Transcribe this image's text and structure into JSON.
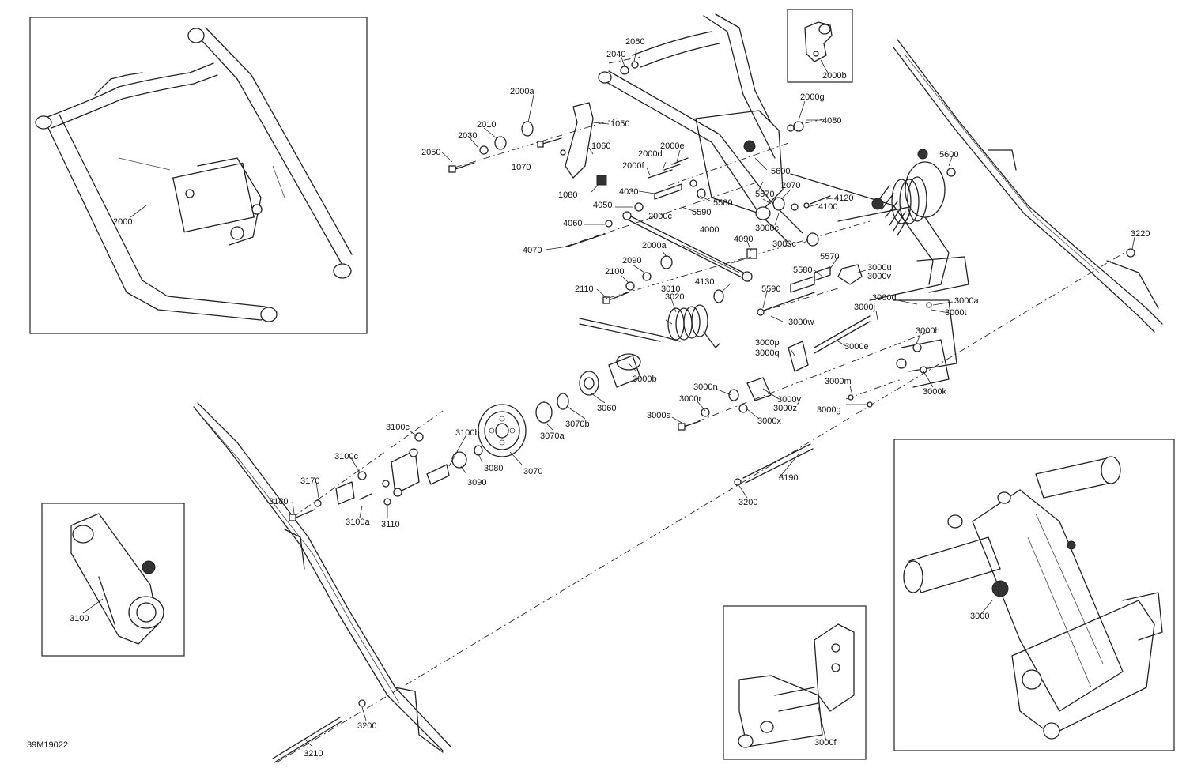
{
  "drawing_number": "39M19022",
  "labels": {
    "l1050": "1050",
    "l1060": "1060",
    "l1070": "1070",
    "l1080": "1080",
    "l2000": "2000",
    "l2000a_top": "2000a",
    "l2000a_mid": "2000a",
    "l2000b": "2000b",
    "l2000c": "2000c",
    "l2000d": "2000d",
    "l2000e": "2000e",
    "l2000f": "2000f",
    "l2000g": "2000g",
    "l2010": "2010",
    "l2030": "2030",
    "l2040": "2040",
    "l2050": "2050",
    "l2060": "2060",
    "l2070": "2070",
    "l2090": "2090",
    "l2100": "2100",
    "l2110": "2110",
    "l3000": "3000",
    "l3000a": "3000a",
    "l3000b": "3000b",
    "l3000c_a": "3000c",
    "l3000c_b": "3000c",
    "l3000d": "3000d",
    "l3000e": "3000e",
    "l3000f": "3000f",
    "l3000g": "3000g",
    "l3000h": "3000h",
    "l3000j": "3000j",
    "l3000k": "3000k",
    "l3000m": "3000m",
    "l3000n": "3000n",
    "l3000p": "3000p",
    "l3000q": "3000q",
    "l3000r": "3000r",
    "l3000s": "3000s",
    "l3000t": "3000t",
    "l3000u": "3000u",
    "l3000v": "3000v",
    "l3000w": "3000w",
    "l3000x": "3000x",
    "l3000y": "3000y",
    "l3000z": "3000z",
    "l3010": "3010",
    "l3020": "3020",
    "l3060": "3060",
    "l3070": "3070",
    "l3070a": "3070a",
    "l3070b": "3070b",
    "l3080": "3080",
    "l3090": "3090",
    "l3100": "3100",
    "l3100a": "3100a",
    "l3100b": "3100b",
    "l3100c_a": "3100c",
    "l3100c_b": "3100c",
    "l3110": "3110",
    "l3170": "3170",
    "l3180": "3180",
    "l3190": "3190",
    "l3200_a": "3200",
    "l3200_b": "3200",
    "l3210": "3210",
    "l3220": "3220",
    "l4000": "4000",
    "l4030": "4030",
    "l4050": "4050",
    "l4060": "4060",
    "l4070": "4070",
    "l4080": "4080",
    "l4090": "4090",
    "l4100": "4100",
    "l4120": "4120",
    "l4130": "4130",
    "l5570_a": "5570",
    "l5570_b": "5570",
    "l5580_a": "5580",
    "l5580_b": "5580",
    "l5590_a": "5590",
    "l5590_b": "5590",
    "l5600_a": "5600",
    "l5600_b": "5600"
  }
}
